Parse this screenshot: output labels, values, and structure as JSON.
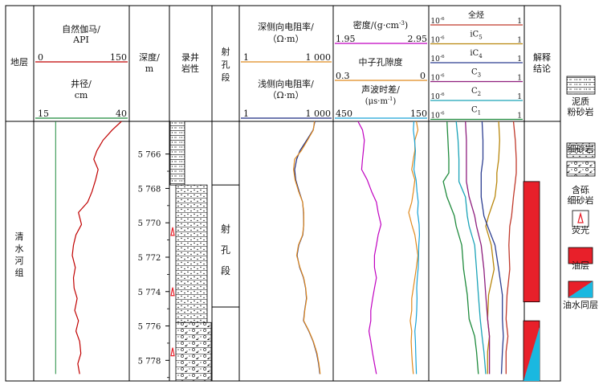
{
  "columns": {
    "formation": "地层",
    "gamma": "自然伽马/",
    "gamma_unit": "API",
    "gamma_range": [
      "0",
      "150"
    ],
    "caliper": "井径/",
    "caliper_unit": "cm",
    "caliper_range": [
      "15",
      "40"
    ],
    "depth": "深度/",
    "depth_unit": "m",
    "lithology": "录井",
    "lithology2": "岩性",
    "perforation": "射",
    "perforation2": "孔",
    "perforation3": "段",
    "deep_res": "深侧向电阻率/",
    "deep_res_unit": "（Ω·m）",
    "deep_res_range": [
      "1",
      "1 000"
    ],
    "shallow_res": "浅侧向电阻率/",
    "shallow_res_unit": "（Ω·m）",
    "shallow_res_range": [
      "1",
      "1 000"
    ],
    "density": "密度/(g·cm",
    "density_sup": "-3",
    "density_close": ")",
    "density_range": [
      "1.95",
      "2.95"
    ],
    "neutron": "中子孔隙度",
    "neutron_range": [
      "0.3",
      "0"
    ],
    "sonic": "声波时差/",
    "sonic_unit": "(μs·m",
    "sonic_sup": "-1",
    "sonic_close": ")",
    "sonic_range": [
      "450",
      "150"
    ],
    "interp": "解释",
    "interp2": "结论"
  },
  "gas": {
    "unit_min": "10",
    "unit_min_sup": "-6",
    "unit_max": "1",
    "tracks": [
      {
        "name": "全烃",
        "sub": "",
        "color": "#c0392b"
      },
      {
        "name": "iC",
        "sub": "5",
        "color": "#b8860b"
      },
      {
        "name": "iC",
        "sub": "4",
        "color": "#2c3e91"
      },
      {
        "name": "C",
        "sub": "3",
        "color": "#8e1e7e"
      },
      {
        "name": "C",
        "sub": "2",
        "color": "#1aa3b8"
      },
      {
        "name": "C",
        "sub": "1",
        "color": "#1e8a3c"
      }
    ]
  },
  "formation_name": [
    "清",
    "水",
    "河",
    "组"
  ],
  "perf_label": [
    "射",
    "孔",
    "段"
  ],
  "depth_ticks": [
    "5 766",
    "5 768",
    "5 770",
    "5 772",
    "5 774",
    "5 776",
    "5 778"
  ],
  "legend": [
    {
      "label": [
        "泥质",
        "粉砂岩"
      ],
      "icon": "argillaceous-siltstone-pattern"
    },
    {
      "label": [
        "细砂岩"
      ],
      "icon": "fine-sandstone-pattern"
    },
    {
      "label": [
        "含砾",
        "细砂岩"
      ],
      "icon": "pebbly-fine-sandstone-pattern"
    },
    {
      "label": [
        "荧光"
      ],
      "icon": "fluorescence-icon"
    },
    {
      "label": [
        "油层"
      ],
      "icon": "oil-layer-swatch"
    },
    {
      "label": [
        "油水同层"
      ],
      "icon": "oil-water-layer-swatch"
    }
  ],
  "colors": {
    "gamma": "#c00000",
    "caliper": "#1e8a3c",
    "deep_res": "#e08a1e",
    "shallow_res": "#1b2a80",
    "density": "#c000c0",
    "neutron": "#e08a1e",
    "sonic": "#1aa3d6",
    "oil": "#e8202a",
    "water": "#1ab8e0"
  },
  "chart_data": {
    "type": "line",
    "title": "",
    "ylabel": "深度/m",
    "ylim": [
      5764.1,
      5779.2
    ],
    "depth": [
      5764.1,
      5764.6,
      5765.2,
      5765.8,
      5766.3,
      5766.9,
      5767.5,
      5768.2,
      5768.8,
      5769.4,
      5770.1,
      5770.7,
      5771.3,
      5771.9,
      5772.6,
      5773.2,
      5773.8,
      5774.4,
      5775.1,
      5775.7,
      5776.3,
      5776.9,
      5777.6,
      5778.2,
      5778.8
    ],
    "series": [
      {
        "name": "自然伽马",
        "unit": "API",
        "range": [
          0,
          150
        ],
        "values": [
          140,
          125,
          110,
          100,
          95,
          102,
          98,
          92,
          85,
          70,
          75,
          66,
          62,
          60,
          65,
          62,
          63,
          68,
          64,
          70,
          66,
          72,
          74,
          69,
          72
        ]
      },
      {
        "name": "井径",
        "unit": "cm",
        "range": [
          15,
          40
        ],
        "values": [
          20.5,
          20.5,
          20.5,
          20.5,
          20.5,
          20.5,
          20.5,
          20.5,
          20.5,
          20.5,
          20.5,
          20.5,
          20.5,
          20.5,
          20.5,
          20.5,
          20.5,
          20.5,
          20.5,
          20.5,
          20.5,
          20.5,
          20.5,
          20.5,
          20.5
        ]
      },
      {
        "name": "深侧向电阻率",
        "unit": "Ω·m",
        "range": [
          1,
          1000
        ],
        "scale": "log",
        "values": [
          270,
          250,
          160,
          100,
          60,
          55,
          62,
          82,
          110,
          120,
          120,
          110,
          80,
          70,
          90,
          120,
          140,
          150,
          130,
          120,
          180,
          250,
          330,
          380,
          420
        ]
      },
      {
        "name": "浅侧向电阻率",
        "unit": "Ω·m",
        "range": [
          1,
          1000
        ],
        "scale": "log",
        "values": [
          280,
          245,
          150,
          90,
          70,
          60,
          65,
          85,
          110,
          118,
          120,
          112,
          82,
          72,
          88,
          118,
          138,
          148,
          128,
          118,
          176,
          245,
          320,
          372,
          410
        ]
      },
      {
        "name": "密度",
        "unit": "g·cm-3",
        "range": [
          1.95,
          2.95
        ],
        "values": [
          2.2,
          2.25,
          2.27,
          2.26,
          2.25,
          2.24,
          2.3,
          2.35,
          2.4,
          2.42,
          2.45,
          2.42,
          2.4,
          2.38,
          2.38,
          2.4,
          2.38,
          2.36,
          2.34,
          2.34,
          2.32,
          2.34,
          2.36,
          2.38,
          2.4
        ]
      },
      {
        "name": "中子孔隙度",
        "range": [
          0.3,
          0
        ],
        "values": [
          0.035,
          0.03,
          0.04,
          0.04,
          0.045,
          0.05,
          0.04,
          0.045,
          0.05,
          0.06,
          0.05,
          0.04,
          0.035,
          0.03,
          0.035,
          0.04,
          0.045,
          0.05,
          0.05,
          0.055,
          0.05,
          0.052,
          0.05,
          0.048,
          0.045
        ]
      },
      {
        "name": "声波时差",
        "unit": "μs·m-1",
        "range": [
          450,
          150
        ],
        "values": [
          193,
          195,
          191,
          188,
          190,
          193,
          186,
          183,
          179,
          181,
          176,
          175,
          177,
          178,
          179,
          182,
          184,
          183,
          184,
          186,
          190,
          188,
          187,
          186,
          185
        ]
      }
    ],
    "gas_depth": [
      5764.1,
      5765.2,
      5766.3,
      5767.1,
      5767.6,
      5768.5,
      5769.6,
      5770.2,
      5771.3,
      5772.7,
      5774.2,
      5775.6,
      5776.6,
      5777.5,
      5778.8
    ],
    "gas_series": [
      {
        "name": "全烃",
        "log_fraction": [
          0.9,
          0.92,
          0.93,
          0.93,
          0.92,
          0.9,
          0.88,
          0.86,
          0.85,
          0.86,
          0.83,
          0.82,
          0.84,
          0.82,
          0.82
        ]
      },
      {
        "name": "iC5",
        "log_fraction": [
          0.74,
          0.75,
          0.74,
          0.72,
          0.72,
          0.7,
          0.63,
          0.6,
          0.66,
          0.69,
          0.63,
          0.62,
          0.64,
          0.62,
          0.62
        ]
      },
      {
        "name": "iC4",
        "log_fraction": [
          0.56,
          0.57,
          0.57,
          0.55,
          0.55,
          0.55,
          0.58,
          0.62,
          0.7,
          0.74,
          0.78,
          0.78,
          0.79,
          0.78,
          0.77
        ]
      },
      {
        "name": "C3",
        "log_fraction": [
          0.38,
          0.39,
          0.39,
          0.39,
          0.39,
          0.42,
          0.48,
          0.5,
          0.55,
          0.58,
          0.6,
          0.62,
          0.64,
          0.64,
          0.64
        ]
      },
      {
        "name": "C2",
        "log_fraction": [
          0.28,
          0.3,
          0.31,
          0.31,
          0.31,
          0.38,
          0.4,
          0.42,
          0.48,
          0.5,
          0.52,
          0.54,
          0.56,
          0.58,
          0.6
        ]
      },
      {
        "name": "C1",
        "log_fraction": [
          0.18,
          0.19,
          0.2,
          0.2,
          0.14,
          0.18,
          0.26,
          0.28,
          0.34,
          0.36,
          0.4,
          0.42,
          0.48,
          0.5,
          0.52
        ]
      }
    ],
    "lithology": [
      {
        "name": "泥质粉砂岩",
        "top": 5764.1,
        "bottom": 5767.8
      },
      {
        "name": "细砂岩",
        "top": 5767.8,
        "bottom": 5775.8
      },
      {
        "name": "含砾细砂岩",
        "top": 5775.8,
        "bottom": 5779.2
      }
    ],
    "fluorescence_depths": [
      5770.5,
      5774.0,
      5777.5
    ],
    "perforation": {
      "top": 5767.8,
      "bottom": 5774.9
    },
    "interpretation": [
      {
        "name": "油层",
        "top": 5767.6,
        "bottom": 5774.6
      },
      {
        "name": "油水同层",
        "top": 5775.7,
        "bottom": 5779.2
      }
    ]
  }
}
